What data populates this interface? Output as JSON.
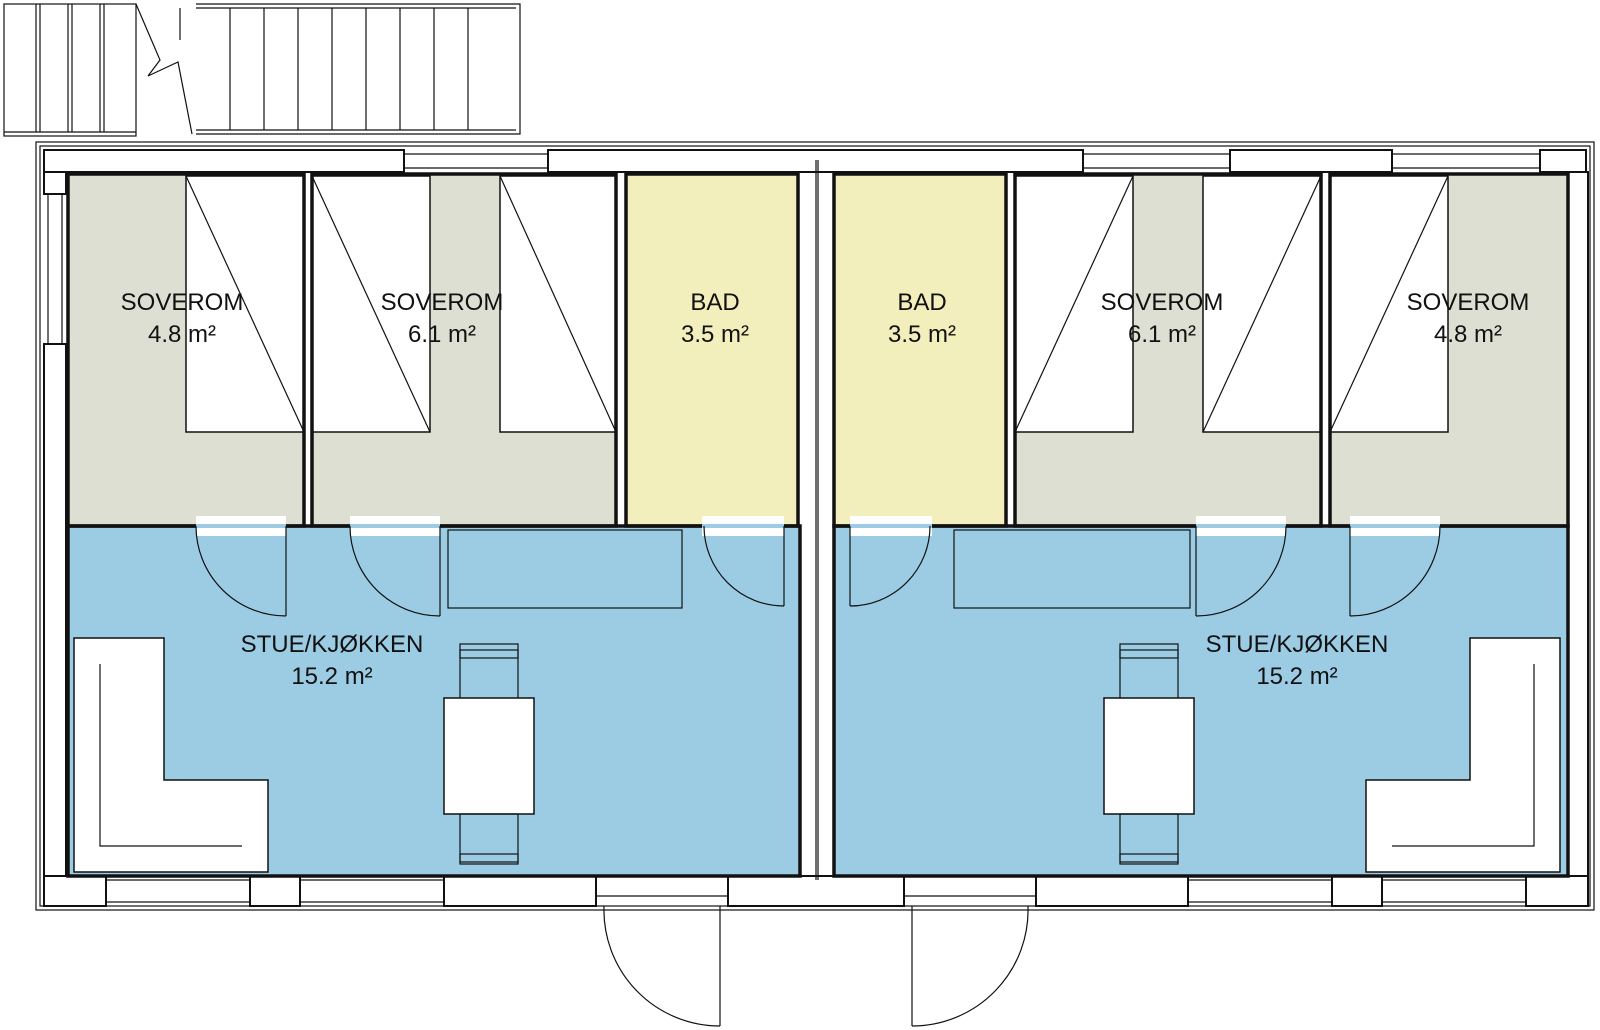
{
  "colors": {
    "bedroom": "#dcdfd2",
    "bath": "#f2efbd",
    "living": "#9bcce4",
    "wall": "#111111",
    "background": "#ffffff"
  },
  "rooms": [
    {
      "name": "SOVEROM",
      "area": "4.8 m²",
      "type": "bedroom"
    },
    {
      "name": "SOVEROM",
      "area": "6.1 m²",
      "type": "bedroom"
    },
    {
      "name": "BAD",
      "area": "3.5 m²",
      "type": "bath"
    },
    {
      "name": "BAD",
      "area": "3.5 m²",
      "type": "bath"
    },
    {
      "name": "SOVEROM",
      "area": "6.1 m²",
      "type": "bedroom"
    },
    {
      "name": "SOVEROM",
      "area": "4.8 m²",
      "type": "bedroom"
    },
    {
      "name": "STUE/KJØKKEN",
      "area": "15.2 m²",
      "type": "living"
    },
    {
      "name": "STUE/KJØKKEN",
      "area": "15.2 m²",
      "type": "living"
    }
  ]
}
